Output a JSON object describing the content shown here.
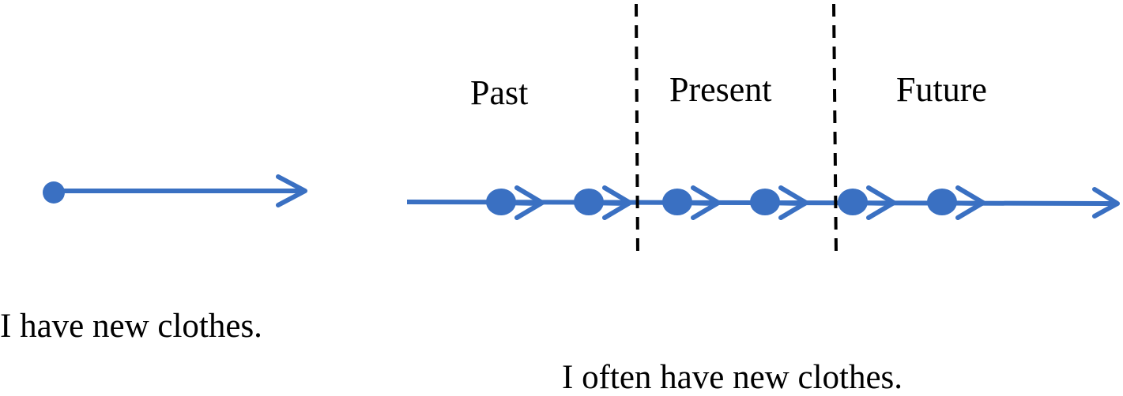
{
  "labels": {
    "past": "Past",
    "present": "Present",
    "future": "Future"
  },
  "captions": {
    "single_event": "I have new clothes.",
    "repeated_event": "I often have new clothes."
  },
  "colors": {
    "timeline": "#3a70c2",
    "divider": "#000000",
    "text": "#000000"
  }
}
